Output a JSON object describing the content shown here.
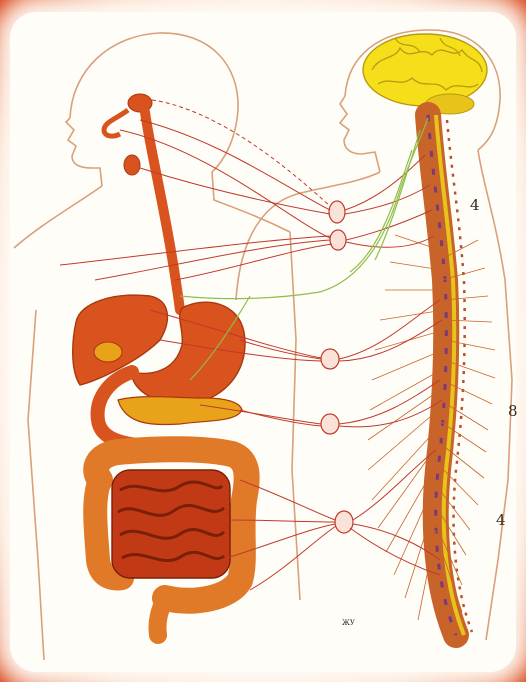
{
  "labels": {
    "cervical": "4",
    "thoracic": "8",
    "lumbar": "4",
    "plate_mark": "ЖУ"
  },
  "colors": {
    "organ": "#d9531e",
    "organ_dark": "#a8380f",
    "nerve_red": "#c0392b",
    "nerve_green": "#8fbf4a",
    "brain": "#f5df1a",
    "spinal_cord": "#e8c41a",
    "vertebra": "#c8642a",
    "outline": "#d9a07a",
    "frame": "#d84a24"
  }
}
